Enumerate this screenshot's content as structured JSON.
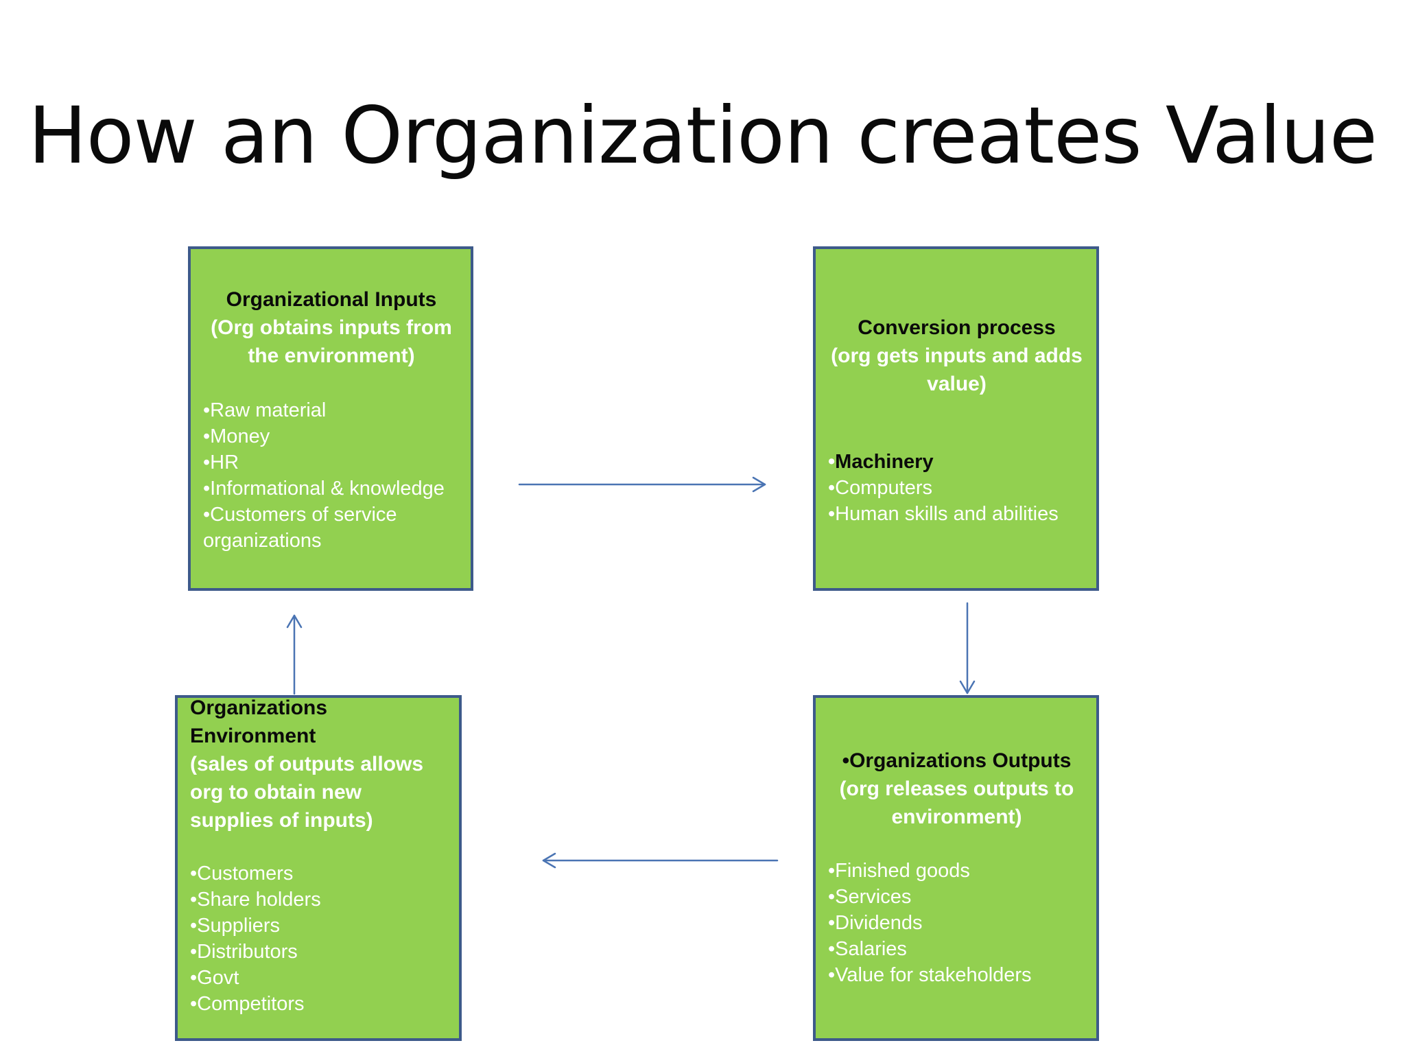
{
  "slide": {
    "title": "How an Organization creates Value"
  },
  "boxes": {
    "inputs": {
      "heading": [
        "Organizational Inputs",
        "(Org obtains inputs from",
        "the environment)"
      ],
      "items": [
        "•Raw material",
        "•Money",
        "•HR",
        "•Informational & knowledge",
        "•Customers of service",
        "organizations"
      ]
    },
    "conversion": {
      "heading": [
        "Conversion process",
        "(org gets inputs and adds",
        "value)"
      ],
      "items": [
        "•Machinery",
        "•Computers",
        "•Human skills and abilities"
      ]
    },
    "environment": {
      "heading": [
        "Organizations",
        "Environment",
        "(sales of outputs allows",
        "org to obtain new",
        "supplies of inputs)"
      ],
      "items": [
        "•Customers",
        "•Share holders",
        "•Suppliers",
        "•Distributors",
        "•Govt",
        "•Competitors"
      ]
    },
    "outputs": {
      "heading": [
        "•Organizations Outputs",
        "(org releases outputs to",
        "environment)"
      ],
      "items": [
        "•Finished goods",
        "•Services",
        "•Dividends",
        "•Salaries",
        "•Value for stakeholders"
      ]
    }
  },
  "colors": {
    "box_fill": "#92d050",
    "box_border": "#3d5a8a",
    "arrow": "#4a74b3",
    "heading_dark": "#0a0a0a",
    "text_light": "#ffffff"
  }
}
